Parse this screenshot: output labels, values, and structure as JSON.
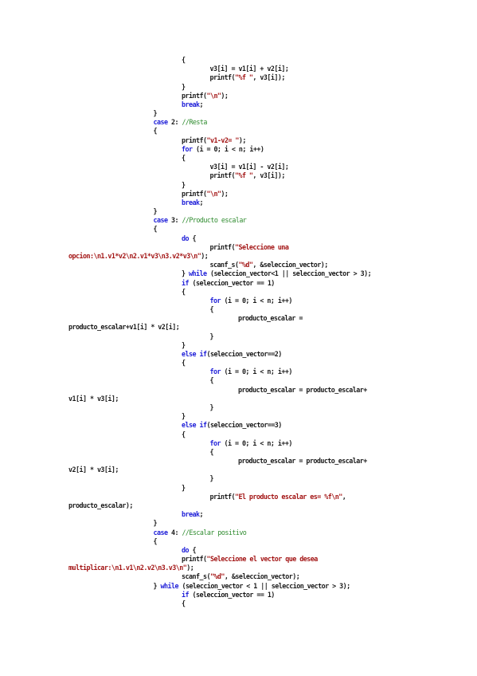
{
  "document": {
    "lines": [
      {
        "indent": 4,
        "parts": [
          [
            "p",
            "{"
          ]
        ]
      },
      {
        "indent": 5,
        "parts": [
          [
            "p",
            "v3[i] = v1[i] + v2[i];"
          ]
        ]
      },
      {
        "indent": 5,
        "parts": [
          [
            "p",
            "printf("
          ],
          [
            "s",
            "\"%f \""
          ],
          [
            "p",
            ", v3[i]);"
          ]
        ]
      },
      {
        "indent": 4,
        "parts": [
          [
            "p",
            "}"
          ]
        ]
      },
      {
        "indent": 4,
        "parts": [
          [
            "p",
            "printf("
          ],
          [
            "s",
            "\"\\n\""
          ],
          [
            "p",
            ");"
          ]
        ]
      },
      {
        "indent": 4,
        "parts": [
          [
            "k",
            "break"
          ],
          [
            "p",
            ";"
          ]
        ]
      },
      {
        "indent": 3,
        "parts": [
          [
            "p",
            "}"
          ]
        ]
      },
      {
        "indent": 3,
        "parts": [
          [
            "k",
            "case"
          ],
          [
            "p",
            " 2: "
          ],
          [
            "c",
            "//Resta"
          ]
        ]
      },
      {
        "indent": 3,
        "parts": [
          [
            "p",
            "{"
          ]
        ]
      },
      {
        "indent": 4,
        "parts": [
          [
            "p",
            "printf("
          ],
          [
            "s",
            "\"v1-v2= \""
          ],
          [
            "p",
            ");"
          ]
        ]
      },
      {
        "indent": 4,
        "parts": [
          [
            "k",
            "for"
          ],
          [
            "p",
            " (i = 0; i < n; i++)"
          ]
        ]
      },
      {
        "indent": 4,
        "parts": [
          [
            "p",
            "{"
          ]
        ]
      },
      {
        "indent": 5,
        "parts": [
          [
            "p",
            "v3[i] = v1[i] - v2[i];"
          ]
        ]
      },
      {
        "indent": 5,
        "parts": [
          [
            "p",
            "printf("
          ],
          [
            "s",
            "\"%f \""
          ],
          [
            "p",
            ", v3[i]);"
          ]
        ]
      },
      {
        "indent": 4,
        "parts": [
          [
            "p",
            "}"
          ]
        ]
      },
      {
        "indent": 4,
        "parts": [
          [
            "p",
            "printf("
          ],
          [
            "s",
            "\"\\n\""
          ],
          [
            "p",
            ");"
          ]
        ]
      },
      {
        "indent": 4,
        "parts": [
          [
            "k",
            "break"
          ],
          [
            "p",
            ";"
          ]
        ]
      },
      {
        "indent": 3,
        "parts": [
          [
            "p",
            "}"
          ]
        ]
      },
      {
        "indent": 3,
        "parts": [
          [
            "k",
            "case"
          ],
          [
            "p",
            " 3: "
          ],
          [
            "c",
            "//Producto escalar"
          ]
        ]
      },
      {
        "indent": 3,
        "parts": [
          [
            "p",
            "{"
          ]
        ]
      },
      {
        "indent": 4,
        "parts": [
          [
            "k",
            "do"
          ],
          [
            "p",
            " {"
          ]
        ]
      },
      {
        "indent": 5,
        "parts": [
          [
            "p",
            "printf("
          ],
          [
            "s",
            "\"Seleccione una"
          ]
        ]
      },
      {
        "indent": 0,
        "parts": [
          [
            "s",
            "opcion:\\n1.v1*v2\\n2.v1*v3\\n3.v2*v3\\n\""
          ],
          [
            "p",
            ");"
          ]
        ]
      },
      {
        "indent": 5,
        "parts": [
          [
            "p",
            "scanf_s("
          ],
          [
            "s",
            "\"%d\""
          ],
          [
            "p",
            ", &seleccion_vector);"
          ]
        ]
      },
      {
        "indent": 4,
        "parts": [
          [
            "p",
            "} "
          ],
          [
            "k",
            "while"
          ],
          [
            "p",
            " (seleccion_vector<1 || seleccion_vector > 3);"
          ]
        ]
      },
      {
        "indent": 4,
        "parts": [
          [
            "k",
            "if"
          ],
          [
            "p",
            " (seleccion_vector == 1)"
          ]
        ]
      },
      {
        "indent": 4,
        "parts": [
          [
            "p",
            "{"
          ]
        ]
      },
      {
        "indent": 5,
        "parts": [
          [
            "k",
            "for"
          ],
          [
            "p",
            " (i = 0; i < n; i++)"
          ]
        ]
      },
      {
        "indent": 5,
        "parts": [
          [
            "p",
            "{"
          ]
        ]
      },
      {
        "indent": 6,
        "parts": [
          [
            "p",
            "producto_escalar ="
          ]
        ]
      },
      {
        "indent": 0,
        "parts": [
          [
            "p",
            "producto_escalar+v1[i] * v2[i];"
          ]
        ]
      },
      {
        "indent": 5,
        "parts": [
          [
            "p",
            "}"
          ]
        ]
      },
      {
        "indent": 4,
        "parts": [
          [
            "p",
            "}"
          ]
        ]
      },
      {
        "indent": 4,
        "parts": [
          [
            "k",
            "else"
          ],
          [
            "p",
            " "
          ],
          [
            "k",
            "if"
          ],
          [
            "p",
            "(seleccion_vector==2)"
          ]
        ]
      },
      {
        "indent": 4,
        "parts": [
          [
            "p",
            "{"
          ]
        ]
      },
      {
        "indent": 5,
        "parts": [
          [
            "k",
            "for"
          ],
          [
            "p",
            " (i = 0; i < n; i++)"
          ]
        ]
      },
      {
        "indent": 5,
        "parts": [
          [
            "p",
            "{"
          ]
        ]
      },
      {
        "indent": 6,
        "parts": [
          [
            "p",
            "producto_escalar = producto_escalar+"
          ]
        ]
      },
      {
        "indent": 0,
        "parts": [
          [
            "p",
            "v1[i] * v3[i];"
          ]
        ]
      },
      {
        "indent": 5,
        "parts": [
          [
            "p",
            "}"
          ]
        ]
      },
      {
        "indent": 4,
        "parts": [
          [
            "p",
            "}"
          ]
        ]
      },
      {
        "indent": 4,
        "parts": [
          [
            "k",
            "else"
          ],
          [
            "p",
            " "
          ],
          [
            "k",
            "if"
          ],
          [
            "p",
            "(seleccion_vector==3)"
          ]
        ]
      },
      {
        "indent": 4,
        "parts": [
          [
            "p",
            "{"
          ]
        ]
      },
      {
        "indent": 5,
        "parts": [
          [
            "k",
            "for"
          ],
          [
            "p",
            " (i = 0; i < n; i++)"
          ]
        ]
      },
      {
        "indent": 5,
        "parts": [
          [
            "p",
            "{"
          ]
        ]
      },
      {
        "indent": 6,
        "parts": [
          [
            "p",
            "producto_escalar = producto_escalar+"
          ]
        ]
      },
      {
        "indent": 0,
        "parts": [
          [
            "p",
            "v2[i] * v3[i];"
          ]
        ]
      },
      {
        "indent": 5,
        "parts": [
          [
            "p",
            "}"
          ]
        ]
      },
      {
        "indent": 4,
        "parts": [
          [
            "p",
            "}"
          ]
        ]
      },
      {
        "indent": 5,
        "parts": [
          [
            "p",
            "printf("
          ],
          [
            "s",
            "\"El producto escalar es= %f\\n\""
          ],
          [
            "p",
            ","
          ]
        ]
      },
      {
        "indent": 0,
        "parts": [
          [
            "p",
            "producto_escalar);"
          ]
        ]
      },
      {
        "indent": 4,
        "parts": [
          [
            "k",
            "break"
          ],
          [
            "p",
            ";"
          ]
        ]
      },
      {
        "indent": 3,
        "parts": [
          [
            "p",
            "}"
          ]
        ]
      },
      {
        "indent": 3,
        "parts": [
          [
            "k",
            "case"
          ],
          [
            "p",
            " 4: "
          ],
          [
            "c",
            "//Escalar positivo"
          ]
        ]
      },
      {
        "indent": 3,
        "parts": [
          [
            "p",
            "{"
          ]
        ]
      },
      {
        "indent": 4,
        "parts": [
          [
            "k",
            "do"
          ],
          [
            "p",
            " {"
          ]
        ]
      },
      {
        "indent": 4,
        "parts": [
          [
            "p",
            "printf("
          ],
          [
            "s",
            "\"Seleccione el vector que desea"
          ]
        ]
      },
      {
        "indent": 0,
        "parts": [
          [
            "s",
            "multiplicar:\\n1.v1\\n2.v2\\n3.v3\\n\""
          ],
          [
            "p",
            ");"
          ]
        ]
      },
      {
        "indent": 4,
        "parts": [
          [
            "p",
            "scanf_s("
          ],
          [
            "s",
            "\"%d\""
          ],
          [
            "p",
            ", &seleccion_vector);"
          ]
        ]
      },
      {
        "indent": 3,
        "parts": [
          [
            "p",
            "} "
          ],
          [
            "k",
            "while"
          ],
          [
            "p",
            " (seleccion_vector < 1 || seleccion_vector > 3);"
          ]
        ]
      },
      {
        "indent": 4,
        "parts": [
          [
            "k",
            "if"
          ],
          [
            "p",
            " (seleccion_vector == 1)"
          ]
        ]
      },
      {
        "indent": 4,
        "parts": [
          [
            "p",
            "{"
          ]
        ]
      }
    ]
  },
  "colors": {
    "keyword": "#1f1fd8",
    "comment": "#2e8b2e",
    "string": "#a31515",
    "text": "#1a1a1a"
  }
}
